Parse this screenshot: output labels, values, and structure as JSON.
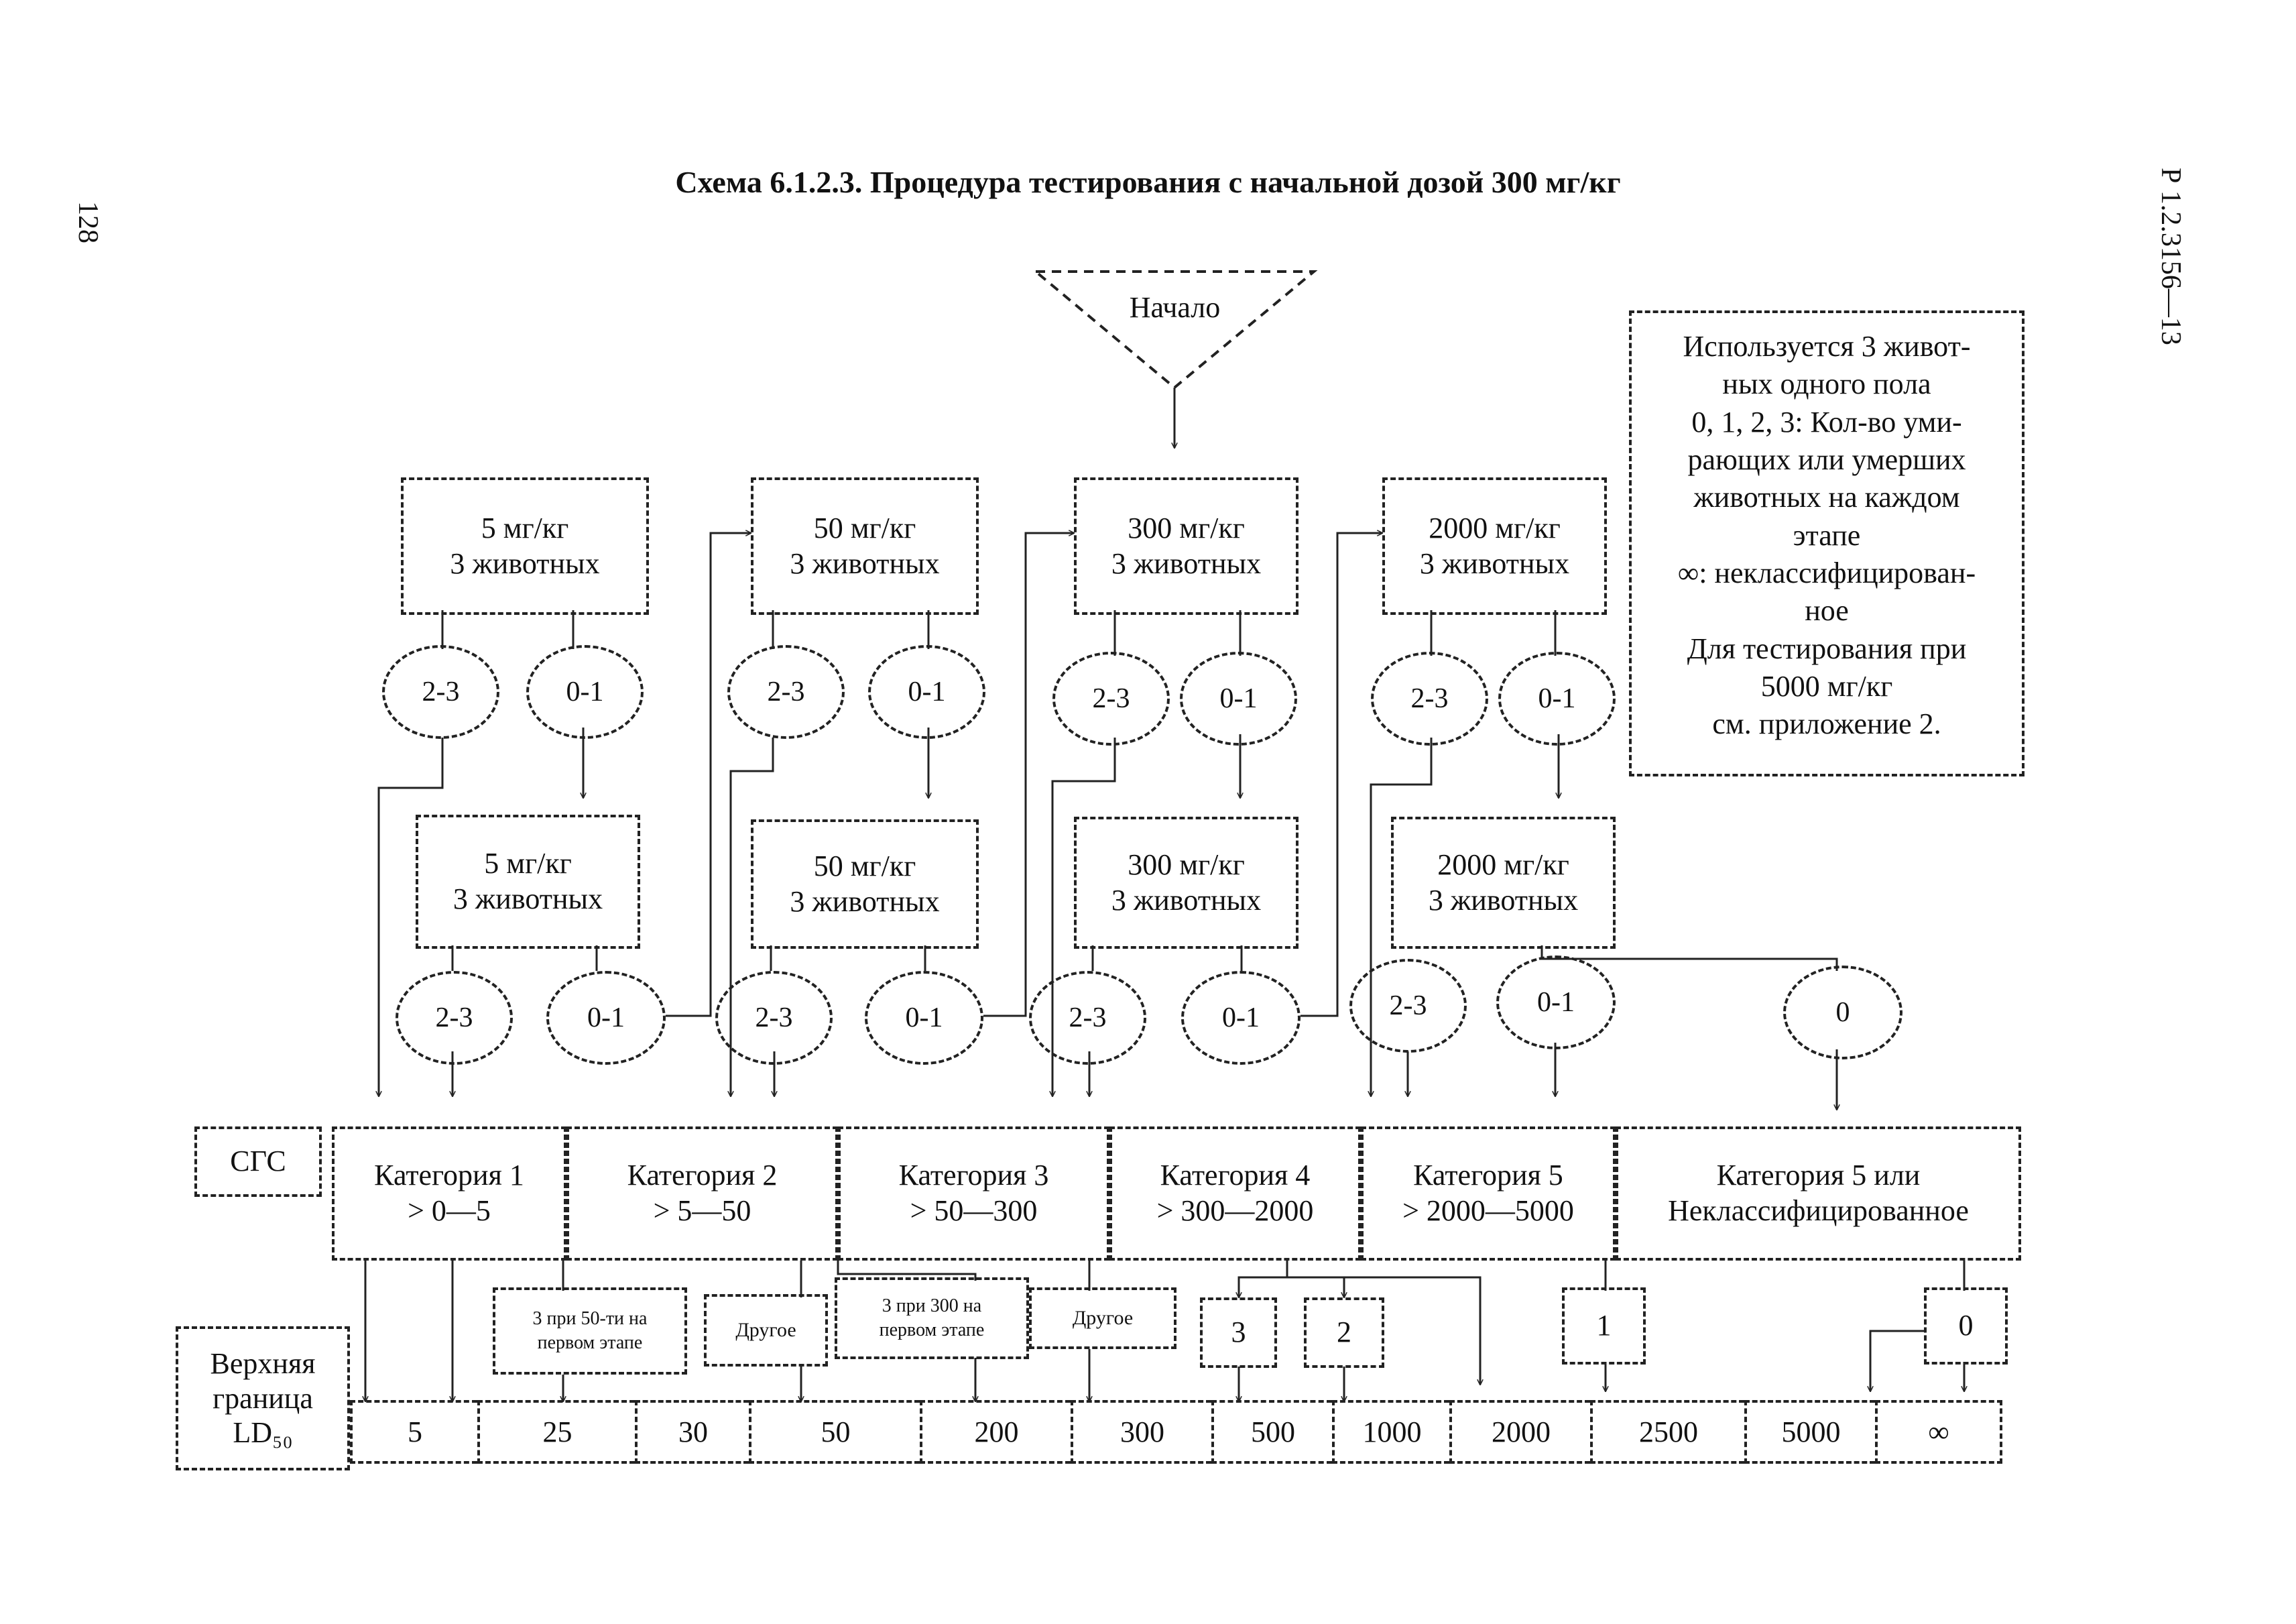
{
  "page": {
    "page_number": "128",
    "doc_code": "Р 1.2.3156—13",
    "title": "Схема 6.1.2.3. Процедура тестирования с начальной дозой 300 мг/кг"
  },
  "start": {
    "label": "Начало"
  },
  "legend": {
    "text": "Используется 3 живот-\nных одного пола\n0, 1, 2, 3: Кол-во уми-\nрающих или умерших\nживотных на каждом\nэтапе\n∞: неклассифицирован-\nное\nДля тестирования при\n5000 мг/кг\nсм. приложение 2."
  },
  "steps": [
    {
      "label": "5 мг/кг\n3 животных"
    },
    {
      "label": "50 мг/кг\n3 животных"
    },
    {
      "label": "300 мг/кг\n3 животных"
    },
    {
      "label": "2000 мг/кг\n3 животных"
    },
    {
      "label": "5 мг/кг\n3 животных"
    },
    {
      "label": "50 мг/кг\n3 животных"
    },
    {
      "label": "300 мг/кг\n3 животных"
    },
    {
      "label": "2000 мг/кг\n3 животных"
    }
  ],
  "outcomes": {
    "high": "2-3",
    "low": "0-1",
    "zero": "0"
  },
  "ghs": {
    "label": "СГС",
    "categories": [
      {
        "label": "Категория 1\n> 0—5"
      },
      {
        "label": "Категория 2\n> 5—50"
      },
      {
        "label": "Категория 3\n> 50—300"
      },
      {
        "label": "Категория 4\n> 300—2000"
      },
      {
        "label": "Категория 5\n> 2000—5000"
      },
      {
        "label": "Категория 5 или\nНеклассифицированное"
      }
    ]
  },
  "notes": [
    {
      "label": "3 при 50-ти на\nпервом этапе"
    },
    {
      "label": "Другое"
    },
    {
      "label": "3 при 300 на\nпервом этапе"
    },
    {
      "label": "Другое"
    },
    {
      "label": "3"
    },
    {
      "label": "2"
    },
    {
      "label": "1"
    },
    {
      "label": "0"
    }
  ],
  "ld50": {
    "label": "Верхняя\nграница\nLD₅₀",
    "values": [
      "5",
      "25",
      "30",
      "50",
      "200",
      "300",
      "500",
      "1000",
      "2000",
      "2500",
      "5000",
      "∞"
    ]
  }
}
